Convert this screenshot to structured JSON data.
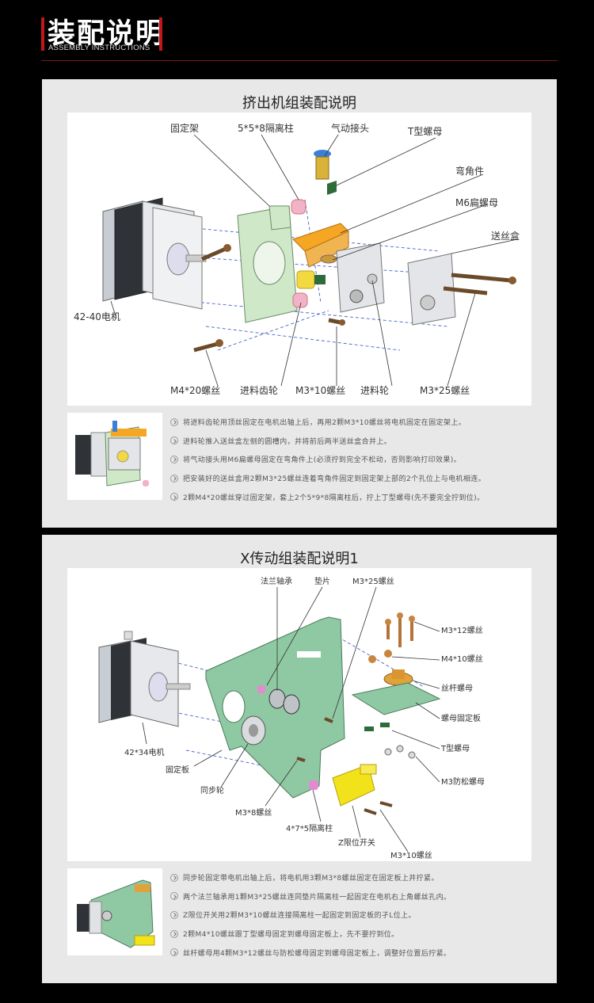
{
  "header": {
    "title_cn": "装配说明",
    "title_en": "ASSEMBLY INSTRUCTIONS"
  },
  "extruder": {
    "title": "挤出机组装配说明",
    "labels": {
      "bracket": "固定架",
      "spacer": "5*5*8隔离柱",
      "pneumatic": "气动接头",
      "t_nut": "T型螺母",
      "elbow": "弯角件",
      "m6_nut": "M6扁螺母",
      "feeder_box": "送丝盒",
      "motor": "42-40电机",
      "m4x20": "M4*20螺丝",
      "drive_gear": "进料齿轮",
      "m3x10": "M3*10螺丝",
      "feed_wheel": "进料轮",
      "m3x25": "M3*25螺丝"
    },
    "steps": [
      "将进料齿轮用顶丝固定在电机出轴上后，再用2颗M3*10螺丝将电机固定在固定架上。",
      "进料轮推入送丝盒左侧的圆槽内，并将前后两半送丝盒合并上。",
      "将气动接头用M6扁螺母固定在弯角件上(必须拧到完全不松动，否则影响打印效果)。",
      "把安装好的送丝盒用2颗M3*25螺丝连着弯角件固定到固定架上部的2个孔位上与电机相连。",
      "2颗M4*20螺丝穿过固定架，套上2个5*9*8隔离柱后，拧上丁型螺母(先不要完全拧到位)。"
    ]
  },
  "xdrive": {
    "title": "X传动组装配说明1",
    "labels": {
      "flange_bearing": "法兰轴承",
      "washer": "垫片",
      "m3x25": "M3*25螺丝",
      "m3x12": "M3*12螺丝",
      "m4x10": "M4*10螺丝",
      "lead_nut": "丝杆螺母",
      "nut_plate": "螺母固定板",
      "t_nut": "T型螺母",
      "lock_nut": "M3防松螺母",
      "motor": "42*34电机",
      "plate": "固定板",
      "pulley": "同步轮",
      "m3x8": "M3*8螺丝",
      "spacer": "4*7*5隔离柱",
      "z_switch": "Z限位开关",
      "m3x10": "M3*10螺丝"
    },
    "steps": [
      "同步轮固定带电机出轴上后，将电机用3颗M3*8螺丝固定在固定板上并拧紧。",
      "两个法兰轴承用1颗M3*25螺丝连同垫片隔离柱一起固定在电机右上角螺丝孔内。",
      "Z限位开关用2颗M3*10螺丝连接隔离柱一起固定到固定板的孑L位上。",
      "2颗M4*10螺丝跟丁型螺母固定到螺母固定板上，先不要拧到位。",
      "丝杆螺母用4颗M3*12螺丝与防松螺母固定到螺母固定板上，调整好位置后拧紧。"
    ]
  },
  "colors": {
    "accent": "#c2161b",
    "panel": "#e8e8e8",
    "plate_green": "#8fc9a3",
    "bracket_green": "#cfe8c8",
    "orange": "#f5a623",
    "yellow": "#f2e21a",
    "pink": "#f2b3c8"
  }
}
